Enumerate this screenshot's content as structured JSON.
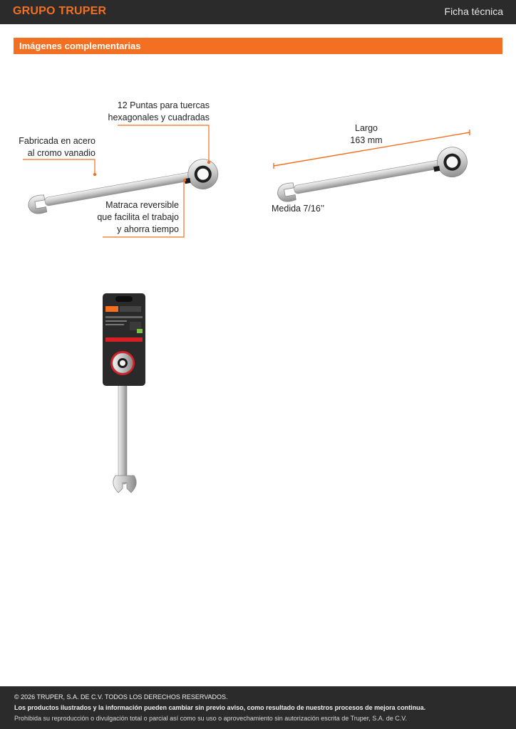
{
  "header": {
    "brand": "GRUPO TRUPER",
    "doc_type": "Ficha técnica"
  },
  "section": {
    "title": "Imágenes complementarias"
  },
  "figure1": {
    "callout_tips_line1": "12 Puntas para tuercas",
    "callout_tips_line2": "hexagonales y cuadradas",
    "callout_steel_line1": "Fabricada en acero",
    "callout_steel_line2": "al cromo vanadio",
    "callout_ratchet_line1": "Matraca reversible",
    "callout_ratchet_line2": "que facilita el trabajo",
    "callout_ratchet_line3": "y ahorra tiempo"
  },
  "figure2": {
    "length_label": "Largo",
    "length_value": "163 mm",
    "size_label": "Medida 7/16’’"
  },
  "colors": {
    "accent": "#f36f21",
    "bar": "#2b2b2b"
  },
  "footer": {
    "copyright": "© 2026 TRUPER, S.A. DE C.V. TODOS LOS DERECHOS RESERVADOS.",
    "notice": "Los productos ilustrados y la información pueden cambiar sin previo aviso, como resultado de nuestros procesos de mejora continua.",
    "prohibition": "Prohibida su reproducción o divulgación total o parcial así como su uso o aprovechamiento sin autorización escrita de Truper, S.A. de C.V."
  }
}
